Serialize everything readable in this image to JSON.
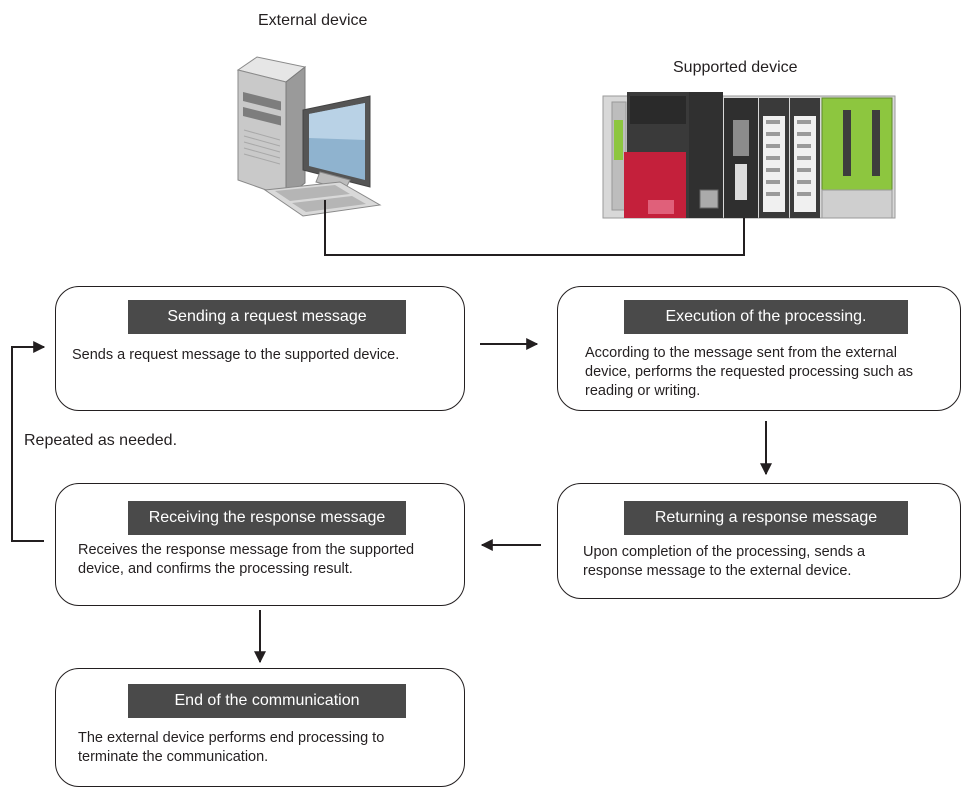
{
  "labels": {
    "external_device": "External device",
    "supported_device": "Supported device",
    "repeat_note": "Repeated as needed."
  },
  "steps": {
    "send_request": {
      "title": "Sending a request message",
      "description": "Sends a request message to the supported device."
    },
    "execution": {
      "title": "Execution of the processing.",
      "description": "According to the message sent from the external device, performs the requested processing such as reading or writing."
    },
    "return_response": {
      "title": "Returning a response message",
      "description": "Upon completion of the processing, sends a response message to the external device."
    },
    "receive_response": {
      "title": "Receiving the response message",
      "description": "Receives the response message from the supported device, and confirms the processing result."
    },
    "end_communication": {
      "title": "End of the communication",
      "description": "The external device performs end processing to terminate the communication."
    }
  },
  "colors": {
    "title_bar": "#4a4a4a",
    "line": "#231f20",
    "plc_red": "#c4203b",
    "plc_green": "#8dc63f"
  },
  "icons": {
    "external_device": "desktop-computer-icon",
    "supported_device": "plc-rack-icon"
  }
}
